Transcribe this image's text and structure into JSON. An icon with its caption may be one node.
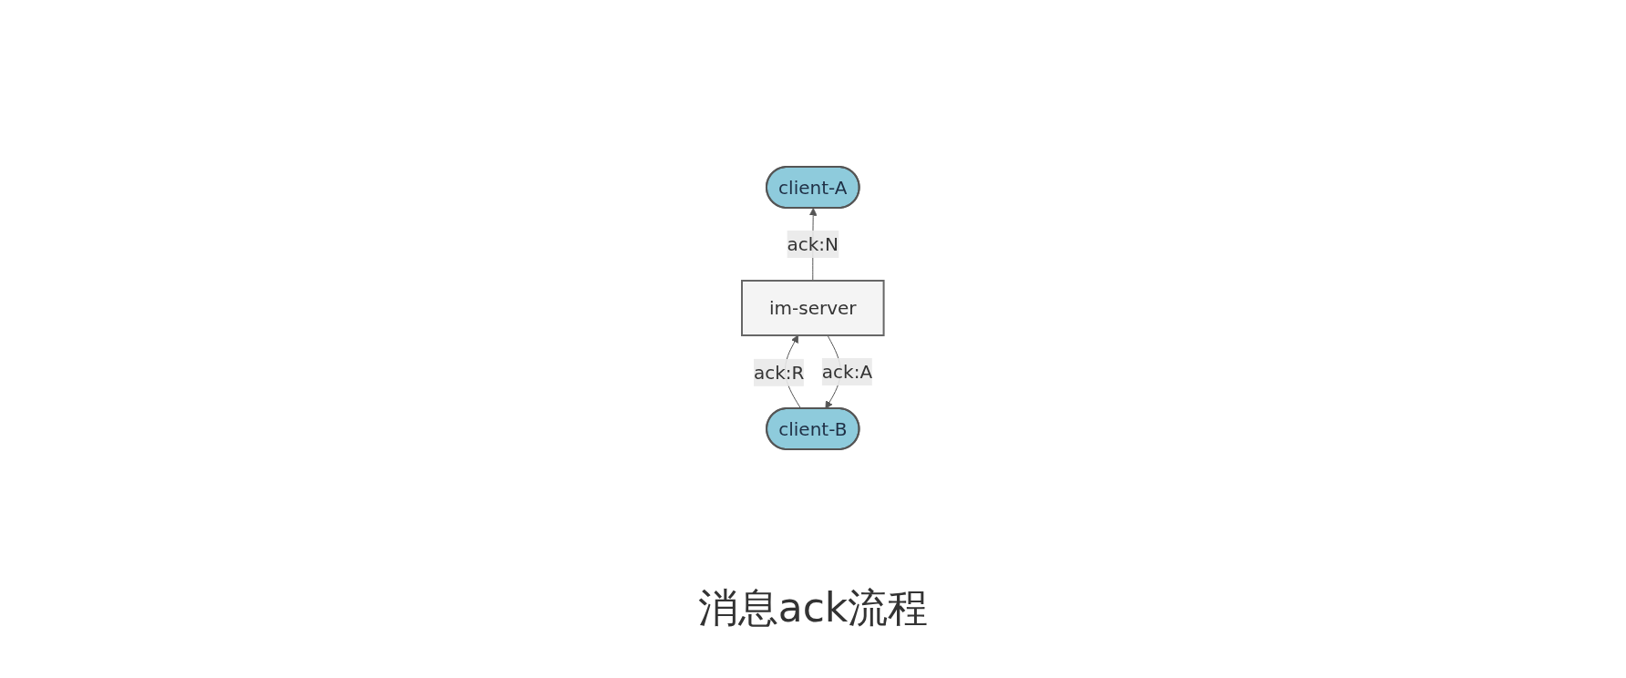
{
  "diagram": {
    "caption": "消息ack流程",
    "nodes": [
      {
        "text": [
          "client-A"
        ]
      },
      {
        "text": [
          "client-B"
        ]
      },
      {
        "text": [
          "im-server"
        ]
      }
    ],
    "edges": [
      {
        "from": 2,
        "to": 0,
        "arrow": "to",
        "label": "ack:N"
      },
      {
        "from": 2,
        "to": 1,
        "arrow": "to",
        "label": "ack:A"
      },
      {
        "from": 1,
        "to": 2,
        "arrow": "to",
        "label": "ack:R"
      }
    ]
  }
}
